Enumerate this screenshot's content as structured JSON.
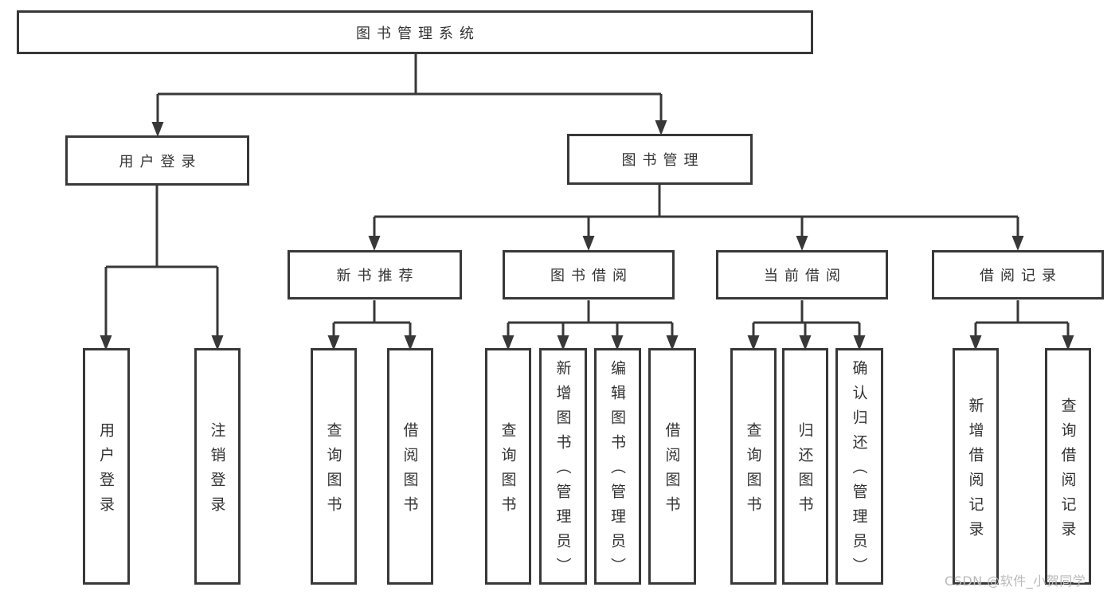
{
  "nodes": {
    "root": "图书管理系统",
    "user_login": "用户登录",
    "book_mgmt": "图书管理",
    "new_book_rec": "新书推荐",
    "book_borrow": "图书借阅",
    "current_borrow": "当前借阅",
    "borrow_record": "借阅记录",
    "leaf_user_login": "用户登录",
    "leaf_logout": "注销登录",
    "leaf_nb_query": "查询图书",
    "leaf_nb_borrow": "借阅图书",
    "leaf_bb_query": "查询图书",
    "leaf_bb_add": "新增图书（管理员）",
    "leaf_bb_edit": "编辑图书（管理员）",
    "leaf_bb_borrow": "借阅图书",
    "leaf_cb_query": "查询图书",
    "leaf_cb_return": "归还图书",
    "leaf_cb_confirm": "确认归还（管理员）",
    "leaf_br_add": "新增借阅记录",
    "leaf_br_query": "查询借阅记录"
  },
  "watermark": "CSDN @软件_小贺同学",
  "colors": {
    "line": "#383838",
    "text": "#333333",
    "watermark": "#b9b9b9",
    "background": "#ffffff"
  }
}
